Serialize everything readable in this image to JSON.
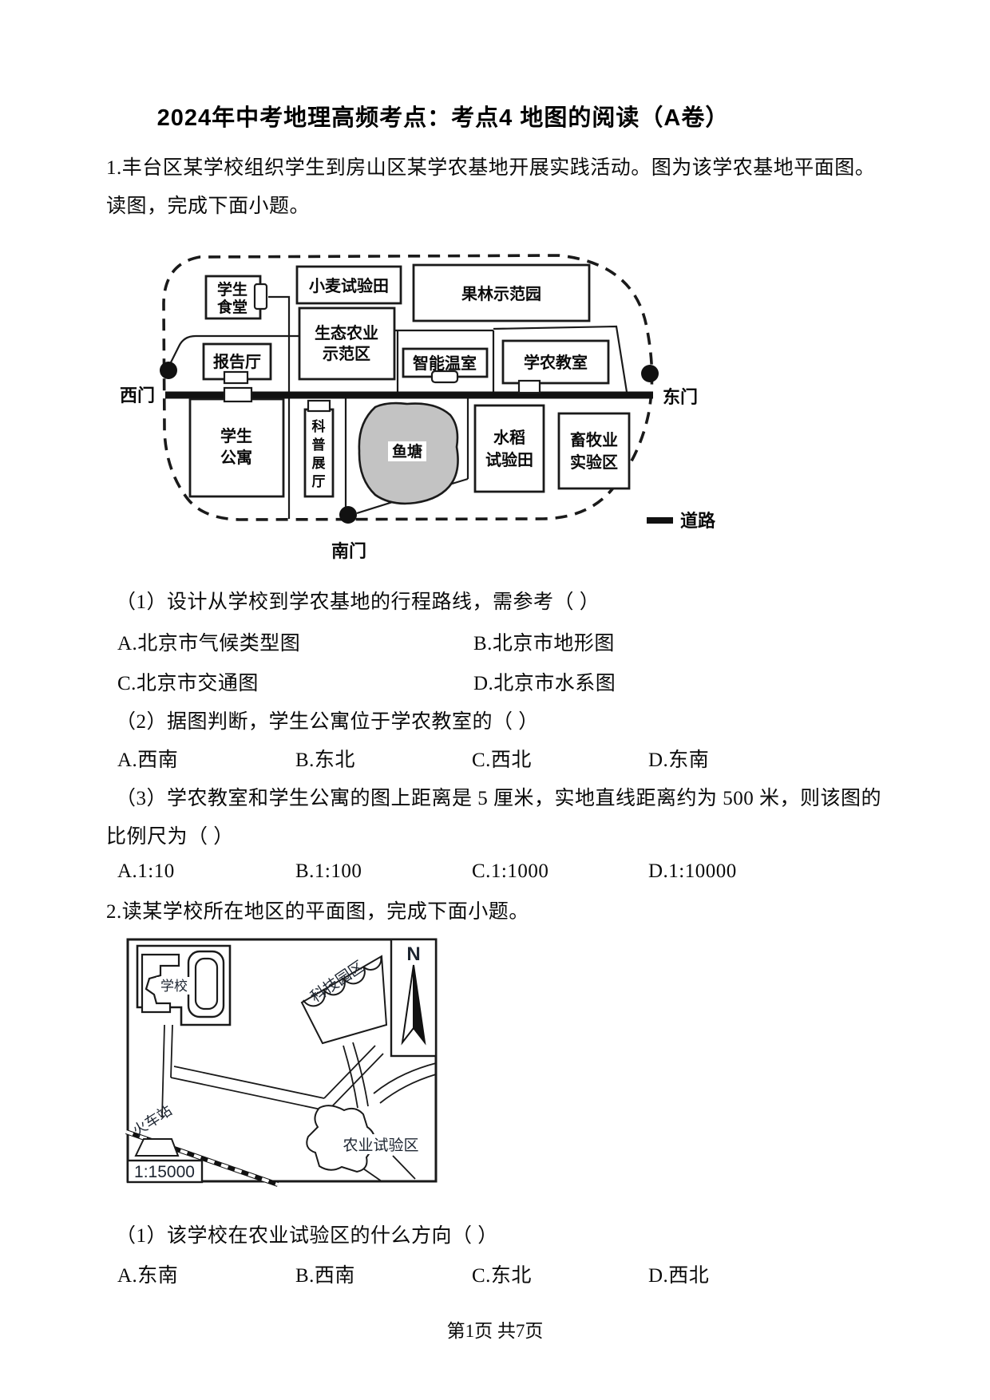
{
  "page": {
    "title": "2024年中考地理高频考点：考点4 地图的阅读（A卷）",
    "footer": "第1页 共7页"
  },
  "q1": {
    "intro1": "1.丰台区某学校组织学生到房山区某学农基地开展实践活动。图为该学农基地平面图。",
    "intro2": "读图，完成下面小题。",
    "map": {
      "canteen1": "学生",
      "canteen2": "食堂",
      "wheat": "小麦试验田",
      "orchard": "果林示范园",
      "eco1": "生态农业",
      "eco2": "示范区",
      "lecture": "报告厅",
      "greenhouse": "智能温室",
      "classroom": "学农教室",
      "dorm1": "学生",
      "dorm2": "公寓",
      "sci1": "科",
      "sci2": "普",
      "sci3": "展",
      "sci4": "厅",
      "pond": "鱼塘",
      "rice1": "水稻",
      "rice2": "试验田",
      "livestock1": "畜牧业",
      "livestock2": "实验区",
      "west_gate": "西门",
      "east_gate": "东门",
      "south_gate": "南门",
      "legend_road": "道路"
    },
    "sub1": {
      "stem": "（1）设计从学校到学农基地的行程路线，需参考（  ）",
      "options": [
        "A.北京市气候类型图",
        "B.北京市地形图",
        "C.北京市交通图",
        "D.北京市水系图"
      ]
    },
    "sub2": {
      "stem": "（2）据图判断，学生公寓位于学农教室的（  ）",
      "options": [
        "A.西南",
        "B.东北",
        "C.西北",
        "D.东南"
      ]
    },
    "sub3": {
      "stem1": "（3）学农教室和学生公寓的图上距离是 5 厘米，实地直线距离约为 500 米，则该图的",
      "stem2": "比例尺为（  ）",
      "options": [
        "A.1:10",
        "B.1:100",
        "C.1:1000",
        "D.1:10000"
      ]
    }
  },
  "q2": {
    "intro": "2.读某学校所在地区的平面图，完成下面小题。",
    "map": {
      "school": "学校",
      "tech_park": "科技园区",
      "north": "N",
      "train_station": "火车站",
      "agri_area": "农业试验区",
      "scale": "1:15000"
    },
    "sub1": {
      "stem": "（1）该学校在农业试验区的什么方向（  ）",
      "options": [
        "A.东南",
        "B.西南",
        "C.东北",
        "D.西北"
      ]
    }
  }
}
